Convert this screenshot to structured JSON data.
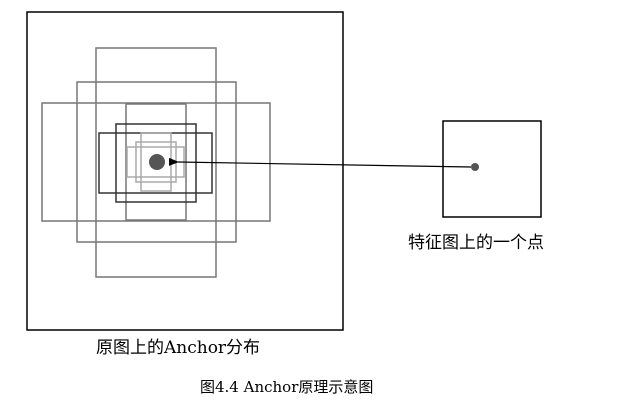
{
  "labels": {
    "original_image": "原图上的Anchor分布",
    "feature_map_point": "特征图上的一个点",
    "caption": "图4.4    Anchor原理示意图"
  },
  "colors": {
    "frame": "#000000",
    "anchor_box": "#777777",
    "anchor_box_dark": "#333333",
    "anchor_box_light": "#aaaaaa",
    "center_dot": "#555555",
    "arrow": "#000000"
  }
}
